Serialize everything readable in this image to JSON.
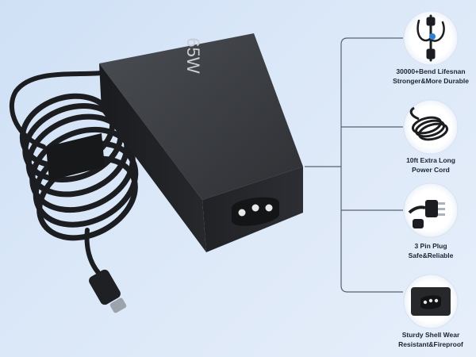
{
  "adapter": {
    "wattage_label": "65W"
  },
  "features": [
    {
      "icon": "cable-bend-icon",
      "line1": "30000+Bend Lifesnan",
      "line2": "Stronger&More Durable"
    },
    {
      "icon": "coiled-cord-icon",
      "line1": "10ft Extra Long",
      "line2": "Power Cord"
    },
    {
      "icon": "three-pin-plug-icon",
      "line1": "3 Pin Plug",
      "line2": "Safe&Reliable"
    },
    {
      "icon": "adapter-shell-icon",
      "line1": "Sturdy Shell Wear",
      "line2": "Resistant&Fireproof"
    }
  ],
  "colors": {
    "background": "#d6e5f7",
    "product": "#2b2d31",
    "connector_line": "#5a6270"
  }
}
